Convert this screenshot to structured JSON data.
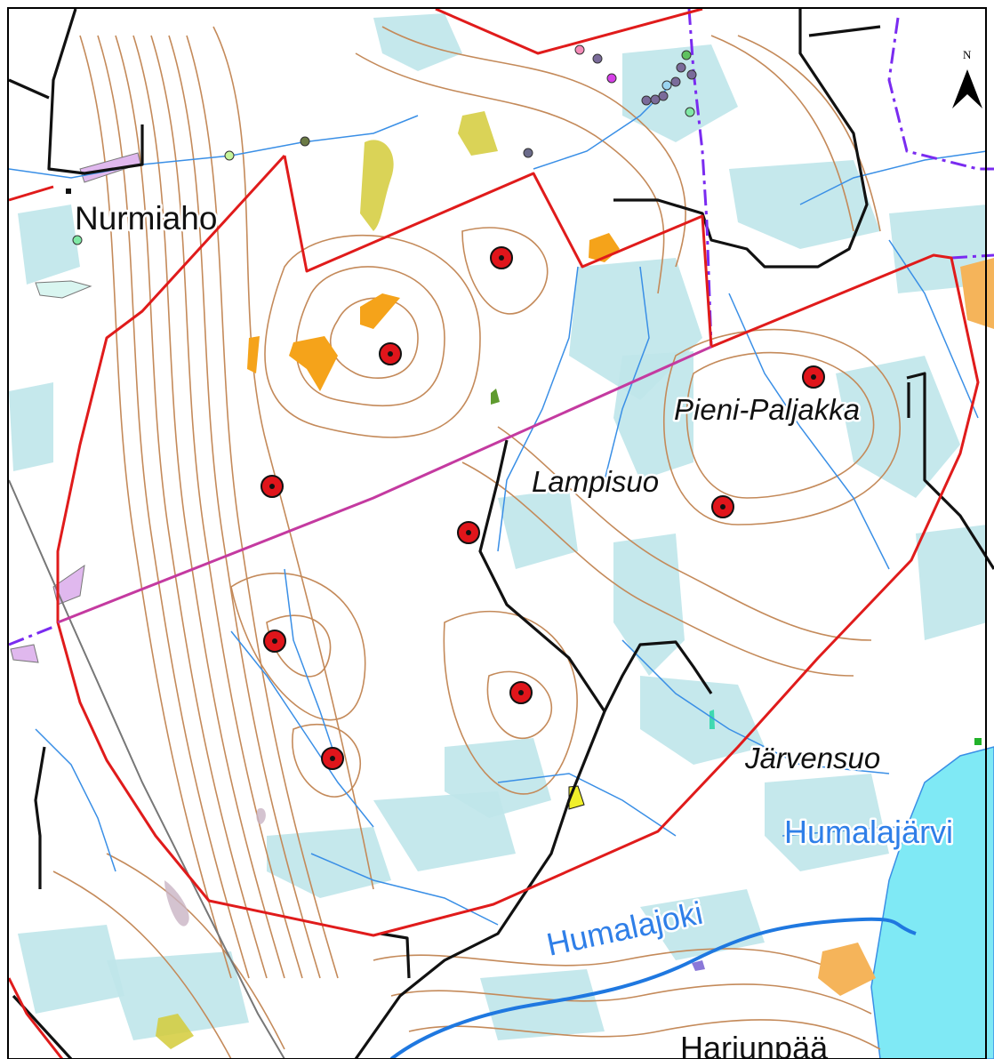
{
  "map": {
    "colors": {
      "contour": "#c48a5a",
      "stream": "#3a8fe6",
      "river": "#1f78e0",
      "lake": "#7fe9f5",
      "wetland": "#bfe6ea",
      "road": "#111111",
      "project_boundary": "#e01b1b",
      "admin_boundary": "#7a2bf0",
      "turbine": "#e0151b",
      "frame": "#000000"
    },
    "north_arrow": {
      "label": "N",
      "icon": "north-arrow-icon"
    },
    "places": {
      "nurmiaho": "Nurmiaho",
      "pieni_paljakka": "Pieni-Paljakka",
      "lampisuo": "Lampisuo",
      "jarvensuo": "Järvensuo",
      "humalajarvi": "Humalajärvi",
      "humalajoki": "Humalajoki",
      "harjunpaa": "Harjunpää"
    },
    "turbines": [
      {
        "id": "T1"
      },
      {
        "id": "T2"
      },
      {
        "id": "T3"
      },
      {
        "id": "T4"
      },
      {
        "id": "T5"
      },
      {
        "id": "T6"
      },
      {
        "id": "T7"
      },
      {
        "id": "T8"
      },
      {
        "id": "T9"
      },
      {
        "id": "T10"
      }
    ]
  }
}
